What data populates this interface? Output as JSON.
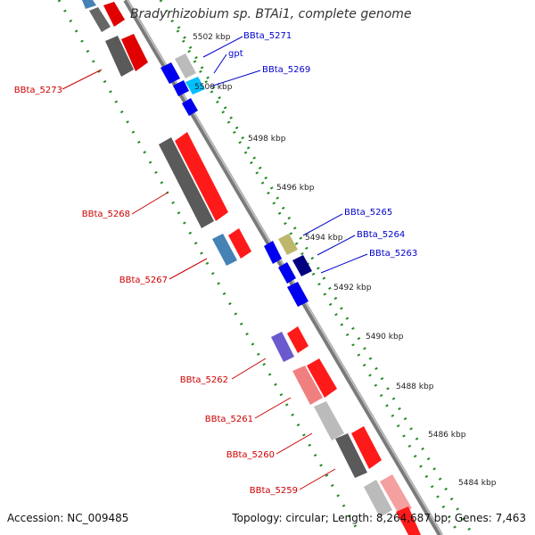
{
  "title": "Bradyrhizobium sp. BTAi1, complete genome",
  "footer": {
    "accession": "Accession: NC_009485",
    "topology": "Topology: circular; Length: 8,264,687 bp; Genes: 7,463"
  },
  "colors": {
    "backbone": "#8a8a8a",
    "dots": "#228B22",
    "label_red": "#cc0000",
    "label_blue": "#0000cc"
  },
  "scale_ticks": [
    "5502 kbp",
    "5500 kbp",
    "5498 kbp",
    "5496 kbp",
    "5494 kbp",
    "5492 kbp",
    "5490 kbp",
    "5488 kbp",
    "5486 kbp",
    "5484 kbp"
  ],
  "gene_labels_left": [
    "BBta_5273",
    "BBta_5268",
    "BBta_5267",
    "BBta_5262",
    "BBta_5261",
    "BBta_5260",
    "BBta_5259"
  ],
  "gene_labels_right": [
    "BBta_5271",
    "gpt",
    "BBta_5269",
    "BBta_5265",
    "BBta_5264",
    "BBta_5263"
  ]
}
